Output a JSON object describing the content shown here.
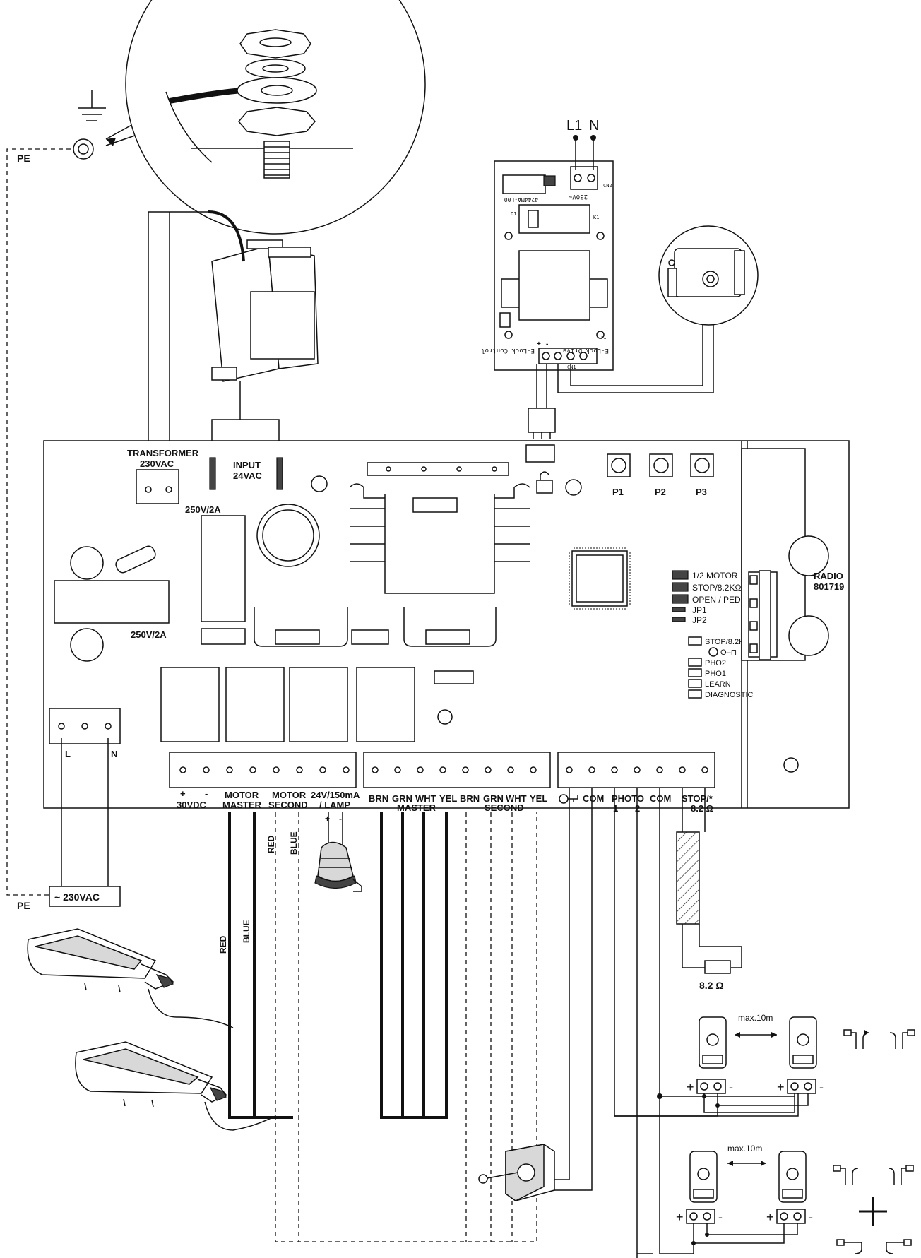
{
  "earth": {
    "pe_top": "PE",
    "pe_bottom": "PE"
  },
  "mains": {
    "l1": "L1",
    "n": "N",
    "supply": "230VAC",
    "terminal_l": "L",
    "terminal_n": "N"
  },
  "elock_module": {
    "text_230v": "230V~",
    "text_cn2": "CN2",
    "text_code": "4244MA-L00",
    "text_d1": "D1",
    "text_k1": "K1",
    "text_t1": "T1",
    "text_cn1": "CN1",
    "text_control": "E-Lock Control",
    "text_drive": "E-Lock Drive",
    "plus": "+",
    "minus": "-"
  },
  "board": {
    "transformer": "TRANSFORMER",
    "transformer_v": "230VAC",
    "input": "INPUT",
    "input_v": "24VAC",
    "fuse_top": "250V/2A",
    "fuse_left": "250V/2A",
    "p1": "P1",
    "p2": "P2",
    "p3": "P3",
    "radio": "RADIO",
    "radio_code": "801719",
    "jumpers": [
      "1/2 MOTOR",
      "STOP/8.2KΩ",
      "OPEN / PED",
      "JP1",
      "JP2"
    ],
    "leds": [
      "STOP/8.2K",
      "O–⊓",
      "PHO2",
      "PHO1",
      "LEARN",
      "DIAGNOSTIC"
    ]
  },
  "terminals": {
    "plus_minus": [
      "+",
      "-"
    ],
    "v30": "30VDC",
    "motor_master": [
      "MOTOR",
      "MASTER"
    ],
    "motor_second": [
      "MOTOR",
      "SECOND"
    ],
    "lamp": [
      "24V/150mA",
      "/ LAMP"
    ],
    "enc_master": [
      "BRN",
      "GRN",
      "WHT",
      "YEL"
    ],
    "master": "MASTER",
    "enc_second": [
      "BRN",
      "GRN",
      "WHT",
      "YEL"
    ],
    "second": "SECOND",
    "com1": "COM",
    "photo": "PHOTO",
    "photo_nums": [
      "1",
      "2"
    ],
    "com2": "COM",
    "stop": "STOP/*",
    "stop_ohm": "8.2 Ω",
    "lamp_pm": [
      "+",
      "-"
    ]
  },
  "wiring": {
    "red": "RED",
    "blue": "BLUE",
    "red2": "RED",
    "blue2": "BLUE",
    "resistor": "8.2 Ω",
    "max1": "max.10m",
    "max2": "max.10m",
    "plus": "+",
    "minus": "-"
  }
}
